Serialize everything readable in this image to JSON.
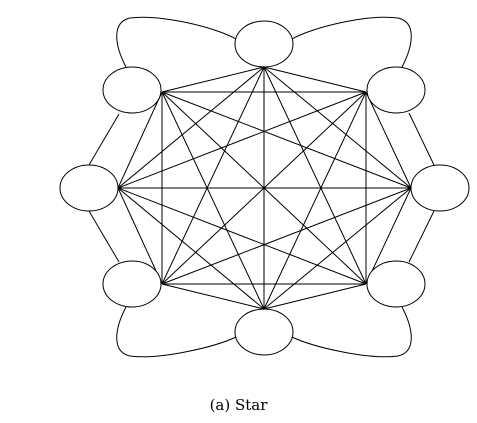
{
  "caption": "(a) Star",
  "colors": {
    "stroke": "#000000",
    "node_fill": "#ffffff",
    "background": "#ffffff"
  },
  "diagram": {
    "kind": "graph",
    "nodes": [
      {
        "id": "top"
      },
      {
        "id": "top-right"
      },
      {
        "id": "right"
      },
      {
        "id": "bottom-right"
      },
      {
        "id": "bottom"
      },
      {
        "id": "bottom-left"
      },
      {
        "id": "left"
      },
      {
        "id": "top-left"
      }
    ],
    "inner_square": [
      "top-left",
      "top-right",
      "bottom-right",
      "bottom-left"
    ],
    "star_edges": [
      [
        "top",
        "top-left"
      ],
      [
        "top",
        "top-right"
      ],
      [
        "top",
        "bottom-left"
      ],
      [
        "top",
        "bottom-right"
      ],
      [
        "top",
        "left"
      ],
      [
        "top",
        "right"
      ],
      [
        "top",
        "bottom"
      ],
      [
        "bottom",
        "top-left"
      ],
      [
        "bottom",
        "top-right"
      ],
      [
        "bottom",
        "bottom-left"
      ],
      [
        "bottom",
        "bottom-right"
      ],
      [
        "bottom",
        "left"
      ],
      [
        "bottom",
        "right"
      ],
      [
        "left",
        "top-left"
      ],
      [
        "left",
        "top-right"
      ],
      [
        "left",
        "bottom-left"
      ],
      [
        "left",
        "bottom-right"
      ],
      [
        "left",
        "right"
      ],
      [
        "right",
        "top-left"
      ],
      [
        "right",
        "top-right"
      ],
      [
        "right",
        "bottom-left"
      ],
      [
        "right",
        "bottom-right"
      ],
      [
        "top-left",
        "bottom-right"
      ],
      [
        "top-right",
        "bottom-left"
      ]
    ],
    "outer_links": [
      [
        "top-left",
        "left"
      ],
      [
        "left",
        "bottom-left"
      ],
      [
        "top-right",
        "right"
      ],
      [
        "right",
        "bottom-right"
      ]
    ],
    "outer_loops": [
      [
        "top-left",
        "top"
      ],
      [
        "top",
        "top-right"
      ],
      [
        "bottom-left",
        "bottom"
      ],
      [
        "bottom",
        "bottom-right"
      ]
    ]
  }
}
